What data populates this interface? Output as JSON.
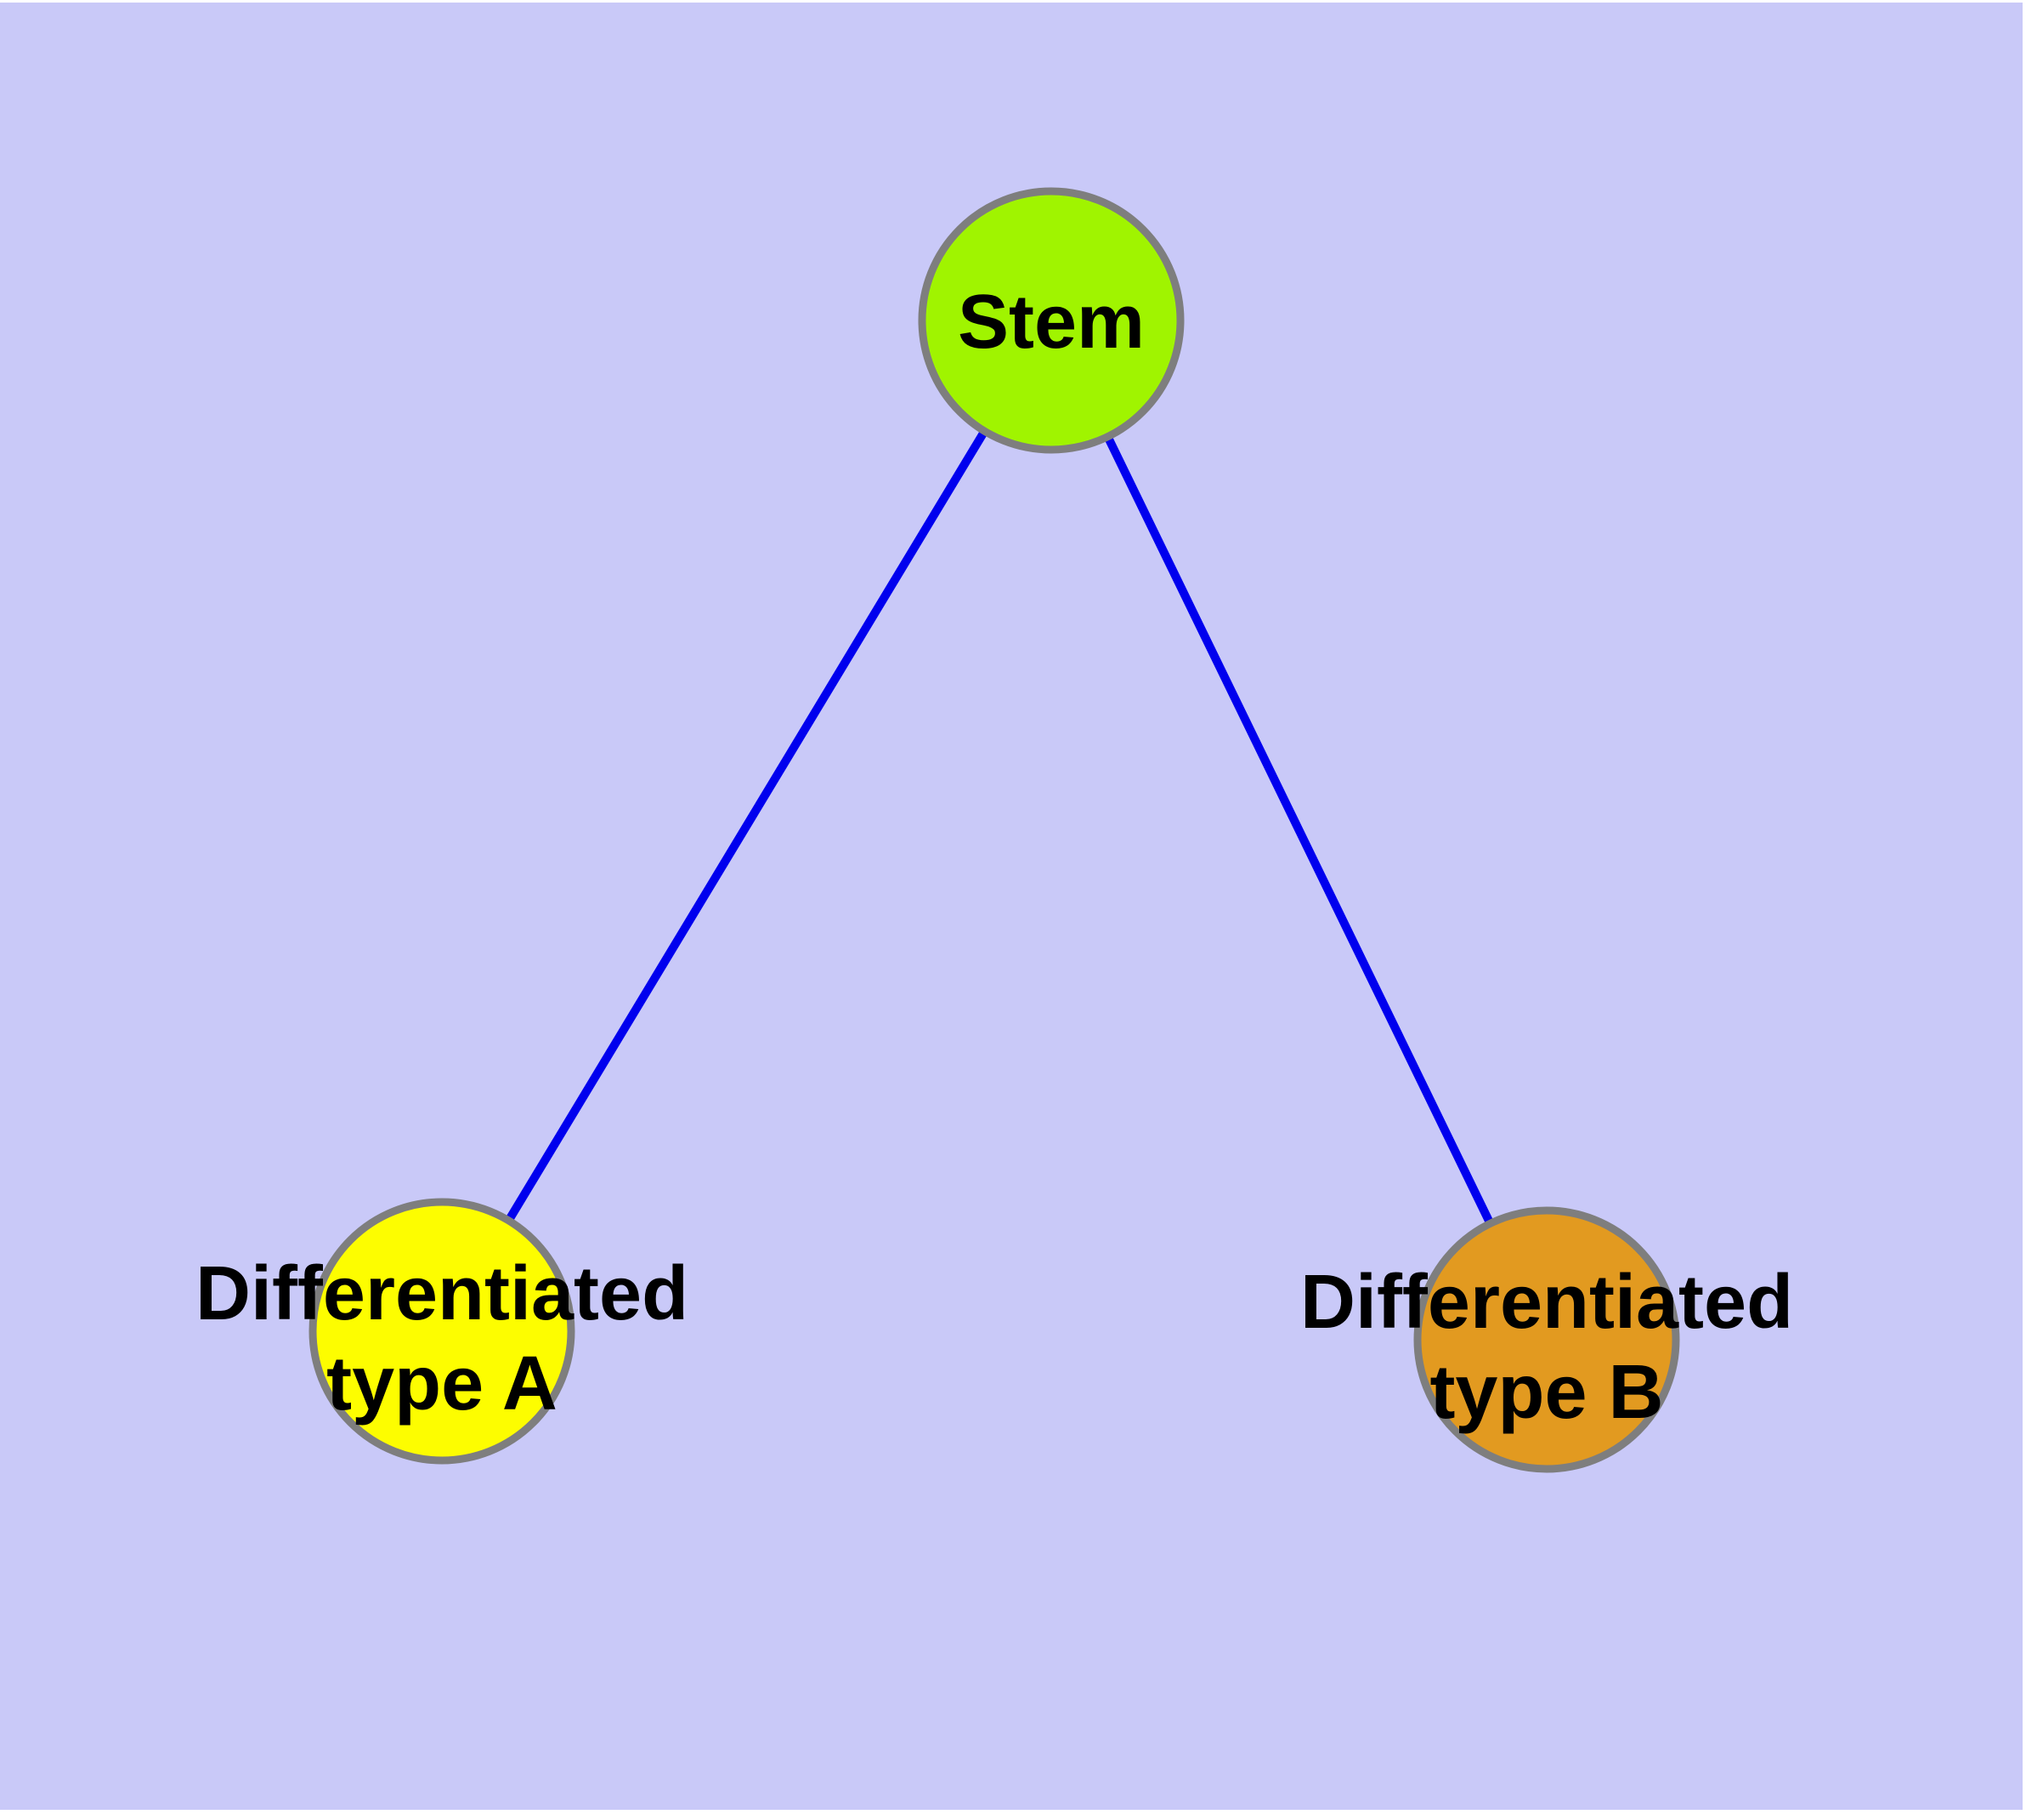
{
  "diagram": {
    "type": "graph",
    "nodes": [
      {
        "id": "stem",
        "label": "Stem",
        "label_lines": [
          "Stem"
        ],
        "fill": "#a0f400"
      },
      {
        "id": "type_a",
        "label": "Differentiated type A",
        "label_lines": [
          "Differentiated",
          "type A"
        ],
        "fill": "#fdfd00"
      },
      {
        "id": "type_b",
        "label": "Differentiated type B",
        "label_lines": [
          "Differentiated",
          "type B"
        ],
        "fill": "#e29a20"
      }
    ],
    "edges": [
      {
        "from": "Stem",
        "to": "Differentiated type A"
      },
      {
        "from": "Stem",
        "to": "Differentiated type B"
      }
    ],
    "colors": {
      "page": "#ffffff",
      "background": "#c9c9f8",
      "edge": "#0000ee",
      "node_border": "#7e7e7e",
      "stem_fill": "#a0f400",
      "type_a_fill": "#fdfd00",
      "type_b_fill": "#e29a20",
      "label": "#000000"
    }
  }
}
